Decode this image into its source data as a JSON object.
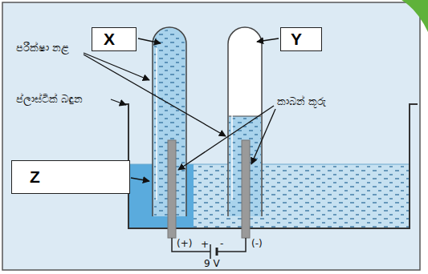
{
  "diagram": {
    "nodes": [
      {
        "text": [
          "X"
        ]
      },
      {
        "text": [
          "Y"
        ]
      },
      {
        "text": [
          "Z"
        ]
      }
    ],
    "labels": [
      "පරීක්ෂා නළ",
      "ප්ලාස්ටික් බඳුන",
      "කාබන් කූරු",
      "(+)",
      "(-)",
      "+",
      "-",
      "9 V"
    ]
  }
}
